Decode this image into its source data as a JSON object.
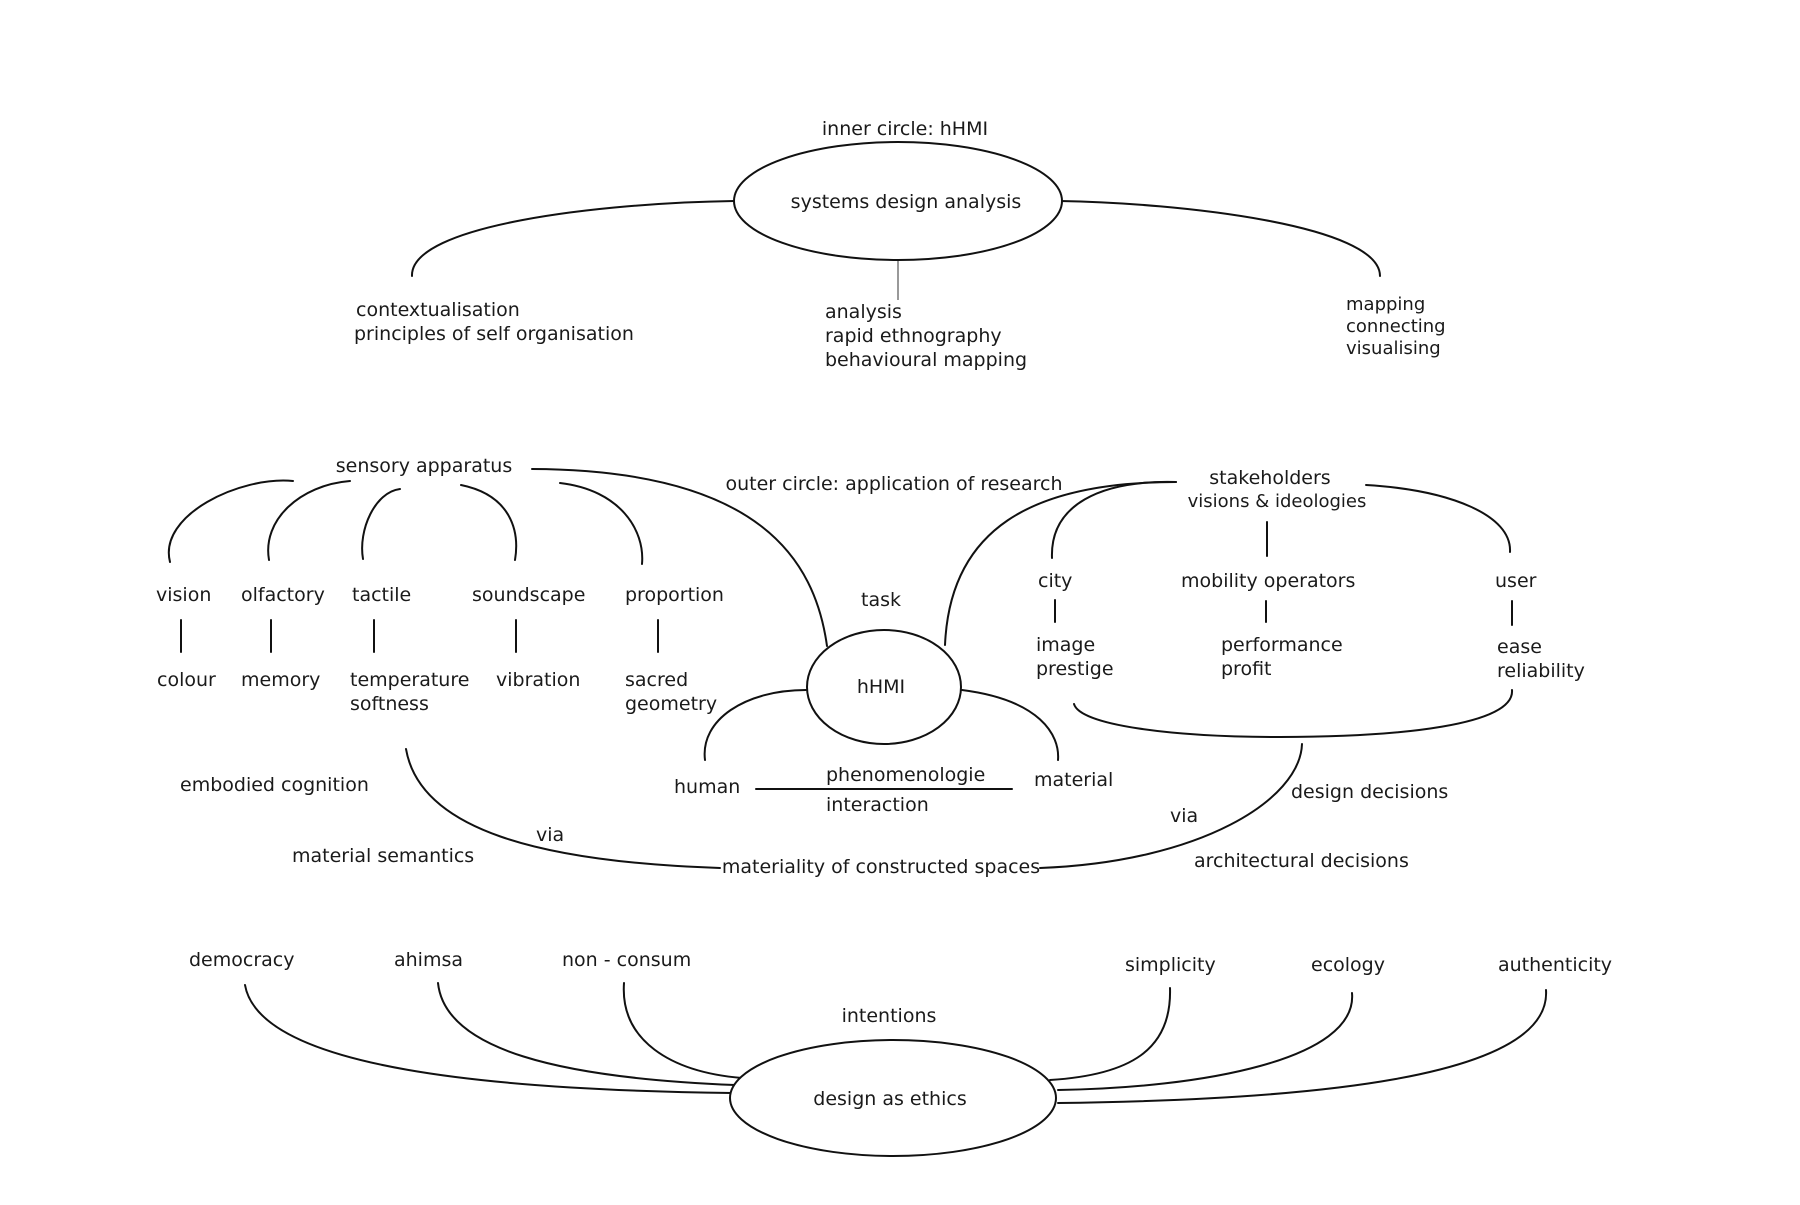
{
  "inner": {
    "title": "inner circle: hHMI",
    "center": "systems design analysis",
    "left": [
      "contextualisation",
      "principles of self organisation"
    ],
    "middle": [
      "analysis",
      "rapid ethnography",
      "behavioural mapping"
    ],
    "right": [
      "mapping",
      "connecting",
      "visualising"
    ]
  },
  "outer": {
    "title": "outer circle: application of research",
    "sensory": {
      "root": "sensory apparatus",
      "items": [
        {
          "top": "vision",
          "bottom": [
            "colour"
          ]
        },
        {
          "top": "olfactory",
          "bottom": [
            "memory"
          ]
        },
        {
          "top": "tactile",
          "bottom": [
            "temperature",
            "softness"
          ]
        },
        {
          "top": "soundscape",
          "bottom": [
            "vibration"
          ]
        },
        {
          "top": "proportion",
          "bottom": [
            "sacred",
            "geometry"
          ]
        }
      ],
      "embodied": "embodied cognition",
      "semantics": "material semantics",
      "via": "via"
    },
    "center": {
      "task": "task",
      "hub": "hHMI",
      "human": "human",
      "material": "material",
      "phen": "phenomenologie",
      "interaction": "interaction"
    },
    "stakeholders": {
      "root": "stakeholders",
      "sub": "visions & ideologies",
      "items": [
        {
          "top": "city",
          "bottom": [
            "image",
            "prestige"
          ]
        },
        {
          "top": "mobility operators",
          "bottom": [
            "performance",
            "profit"
          ]
        },
        {
          "top": "user",
          "bottom": [
            "ease",
            "reliability"
          ]
        }
      ],
      "via": "via",
      "design_decisions": "design decisions",
      "architectural": "architectural decisions"
    },
    "materiality": "materiality of constructed spaces"
  },
  "ethics": {
    "center": "design as ethics",
    "intentions": "intentions",
    "left": [
      "democracy",
      "ahimsa",
      "non - consum"
    ],
    "right": [
      "simplicity",
      "ecology",
      "authenticity"
    ]
  }
}
